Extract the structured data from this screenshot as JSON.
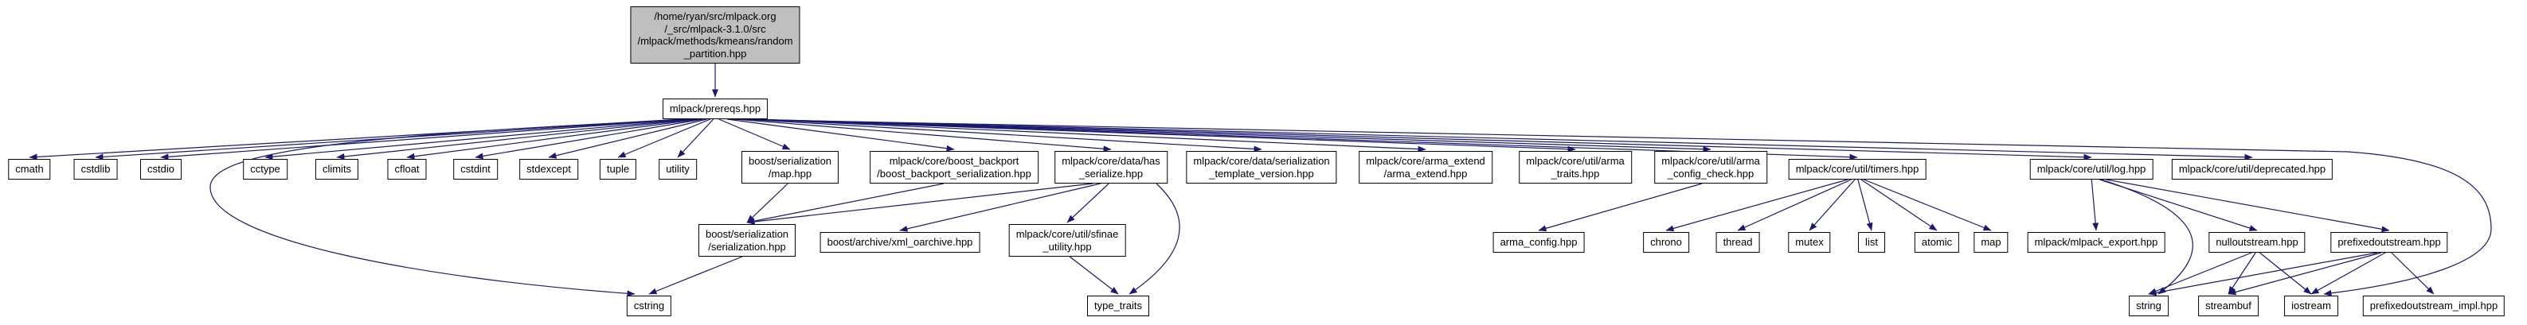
{
  "colors": {
    "canvas_bg": "#ffffff",
    "node_bg": "#ffffff",
    "node_border": "#000000",
    "root_bg": "#bfbfbf",
    "text": "#000000",
    "edge": "#191970"
  },
  "graph": {
    "root_id": "root",
    "nodes": [
      {
        "id": "root",
        "label": [
          "/home/ryan/src/mlpack.org",
          "/_src/mlpack-3.1.0/src",
          "/mlpack/methods/kmeans/random",
          "_partition.hpp"
        ],
        "link": false,
        "highlight": true
      },
      {
        "id": "prereqs",
        "label": [
          "mlpack/prereqs.hpp"
        ],
        "link": true
      },
      {
        "id": "cmath",
        "label": [
          "cmath"
        ],
        "link": false
      },
      {
        "id": "cstdlib",
        "label": [
          "cstdlib"
        ],
        "link": false
      },
      {
        "id": "cstdio",
        "label": [
          "cstdio"
        ],
        "link": false
      },
      {
        "id": "cctype",
        "label": [
          "cctype"
        ],
        "link": false
      },
      {
        "id": "climits",
        "label": [
          "climits"
        ],
        "link": false
      },
      {
        "id": "cfloat",
        "label": [
          "cfloat"
        ],
        "link": false
      },
      {
        "id": "cstdint",
        "label": [
          "cstdint"
        ],
        "link": false
      },
      {
        "id": "stdexcept",
        "label": [
          "stdexcept"
        ],
        "link": false
      },
      {
        "id": "tuple",
        "label": [
          "tuple"
        ],
        "link": false
      },
      {
        "id": "utility",
        "label": [
          "utility"
        ],
        "link": false
      },
      {
        "id": "boost_ser_map",
        "label": [
          "boost/serialization",
          "/map.hpp"
        ],
        "link": false
      },
      {
        "id": "boost_backport",
        "label": [
          "mlpack/core/boost_backport",
          "/boost_backport_serialization.hpp"
        ],
        "link": true
      },
      {
        "id": "has_serialize",
        "label": [
          "mlpack/core/data/has",
          "_serialize.hpp"
        ],
        "link": true
      },
      {
        "id": "ser_tmpl_ver",
        "label": [
          "mlpack/core/data/serialization",
          "_template_version.hpp"
        ],
        "link": true
      },
      {
        "id": "arma_extend",
        "label": [
          "mlpack/core/arma_extend",
          "/arma_extend.hpp"
        ],
        "link": true
      },
      {
        "id": "arma_traits",
        "label": [
          "mlpack/core/util/arma",
          "_traits.hpp"
        ],
        "link": true
      },
      {
        "id": "arma_config_check",
        "label": [
          "mlpack/core/util/arma",
          "_config_check.hpp"
        ],
        "link": true
      },
      {
        "id": "timers",
        "label": [
          "mlpack/core/util/timers.hpp"
        ],
        "link": true
      },
      {
        "id": "log",
        "label": [
          "mlpack/core/util/log.hpp"
        ],
        "link": true
      },
      {
        "id": "deprecated",
        "label": [
          "mlpack/core/util/deprecated.hpp"
        ],
        "link": true
      },
      {
        "id": "boost_serialization",
        "label": [
          "boost/serialization",
          "/serialization.hpp"
        ],
        "link": false
      },
      {
        "id": "xml_oarchive",
        "label": [
          "boost/archive/xml_oarchive.hpp"
        ],
        "link": false
      },
      {
        "id": "sfinae",
        "label": [
          "mlpack/core/util/sfinae",
          "_utility.hpp"
        ],
        "link": true
      },
      {
        "id": "arma_config",
        "label": [
          "arma_config.hpp"
        ],
        "link": true
      },
      {
        "id": "chrono",
        "label": [
          "chrono"
        ],
        "link": false
      },
      {
        "id": "thread",
        "label": [
          "thread"
        ],
        "link": false
      },
      {
        "id": "mutex",
        "label": [
          "mutex"
        ],
        "link": false
      },
      {
        "id": "list",
        "label": [
          "list"
        ],
        "link": false
      },
      {
        "id": "atomic",
        "label": [
          "atomic"
        ],
        "link": false
      },
      {
        "id": "map_std",
        "label": [
          "map"
        ],
        "link": false
      },
      {
        "id": "mlpack_export",
        "label": [
          "mlpack/mlpack_export.hpp"
        ],
        "link": true
      },
      {
        "id": "nulloutstream",
        "label": [
          "nulloutstream.hpp"
        ],
        "link": true
      },
      {
        "id": "prefixedoutstream",
        "label": [
          "prefixedoutstream.hpp"
        ],
        "link": true
      },
      {
        "id": "cstring",
        "label": [
          "cstring"
        ],
        "link": false
      },
      {
        "id": "type_traits",
        "label": [
          "type_traits"
        ],
        "link": false
      },
      {
        "id": "string",
        "label": [
          "string"
        ],
        "link": false
      },
      {
        "id": "streambuf",
        "label": [
          "streambuf"
        ],
        "link": false
      },
      {
        "id": "iostream",
        "label": [
          "iostream"
        ],
        "link": false
      },
      {
        "id": "prefixedoutstream_impl",
        "label": [
          "prefixedoutstream_impl.hpp"
        ],
        "link": true
      }
    ],
    "edges": [
      [
        "root",
        "prereqs"
      ],
      [
        "prereqs",
        "cmath"
      ],
      [
        "prereqs",
        "cstdlib"
      ],
      [
        "prereqs",
        "cstdio"
      ],
      [
        "prereqs",
        "cctype"
      ],
      [
        "prereqs",
        "climits"
      ],
      [
        "prereqs",
        "cfloat"
      ],
      [
        "prereqs",
        "cstdint"
      ],
      [
        "prereqs",
        "stdexcept"
      ],
      [
        "prereqs",
        "tuple"
      ],
      [
        "prereqs",
        "utility"
      ],
      [
        "prereqs",
        "cstring"
      ],
      [
        "prereqs",
        "iostream"
      ],
      [
        "prereqs",
        "boost_ser_map"
      ],
      [
        "prereqs",
        "boost_backport"
      ],
      [
        "prereqs",
        "has_serialize"
      ],
      [
        "prereqs",
        "ser_tmpl_ver"
      ],
      [
        "prereqs",
        "arma_extend"
      ],
      [
        "prereqs",
        "arma_traits"
      ],
      [
        "prereqs",
        "arma_config_check"
      ],
      [
        "prereqs",
        "timers"
      ],
      [
        "prereqs",
        "log"
      ],
      [
        "prereqs",
        "deprecated"
      ],
      [
        "boost_ser_map",
        "boost_serialization"
      ],
      [
        "boost_backport",
        "boost_serialization"
      ],
      [
        "has_serialize",
        "boost_serialization"
      ],
      [
        "has_serialize",
        "xml_oarchive"
      ],
      [
        "has_serialize",
        "sfinae"
      ],
      [
        "has_serialize",
        "type_traits"
      ],
      [
        "sfinae",
        "type_traits"
      ],
      [
        "boost_serialization",
        "cstring"
      ],
      [
        "arma_config_check",
        "arma_config"
      ],
      [
        "timers",
        "chrono"
      ],
      [
        "timers",
        "thread"
      ],
      [
        "timers",
        "mutex"
      ],
      [
        "timers",
        "list"
      ],
      [
        "timers",
        "atomic"
      ],
      [
        "timers",
        "map_std"
      ],
      [
        "log",
        "mlpack_export"
      ],
      [
        "log",
        "nulloutstream"
      ],
      [
        "log",
        "prefixedoutstream"
      ],
      [
        "log",
        "string"
      ],
      [
        "nulloutstream",
        "string"
      ],
      [
        "nulloutstream",
        "streambuf"
      ],
      [
        "nulloutstream",
        "iostream"
      ],
      [
        "prefixedoutstream",
        "string"
      ],
      [
        "prefixedoutstream",
        "streambuf"
      ],
      [
        "prefixedoutstream",
        "iostream"
      ],
      [
        "prefixedoutstream",
        "prefixedoutstream_impl"
      ]
    ]
  }
}
